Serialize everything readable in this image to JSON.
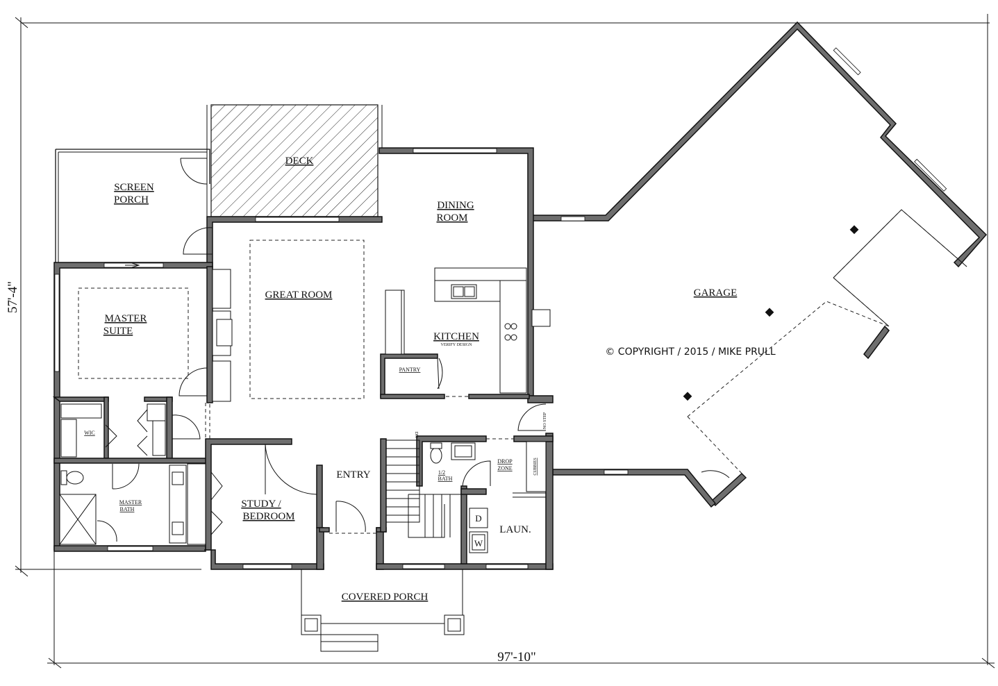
{
  "plan": {
    "rooms": {
      "screen_porch_1": "SCREEN",
      "screen_porch_2": "PORCH",
      "deck": "DECK",
      "dining_1": "DINING",
      "dining_2": "ROOM",
      "great_room": "GREAT ROOM",
      "master_1": "MASTER",
      "master_2": "SUITE",
      "kitchen": "KITCHEN",
      "kitchen_note": "VERIFY DESIGN",
      "pantry": "PANTRY",
      "garage": "GARAGE",
      "wic": "WIC",
      "master_bath_1": "MASTER",
      "master_bath_2": "BATH",
      "study_1": "STUDY /",
      "study_2": "BEDROOM",
      "entry": "ENTRY",
      "half_bath_1": "1/2",
      "half_bath_2": "BATH",
      "drop_zone_1": "DROP",
      "drop_zone_2": "ZONE",
      "cubbies": "CUBBIES",
      "laundry": "LAUN.",
      "covered_porch": "COVERED PORCH",
      "no_step": "NO STEP",
      "stair_dn": "DN",
      "washer": "W",
      "dryer": "D"
    },
    "dimensions": {
      "depth": "57'-4\"",
      "width": "97'-10\""
    },
    "copyright": "© COPYRIGHT / 2015 / MIKE PRULL"
  }
}
